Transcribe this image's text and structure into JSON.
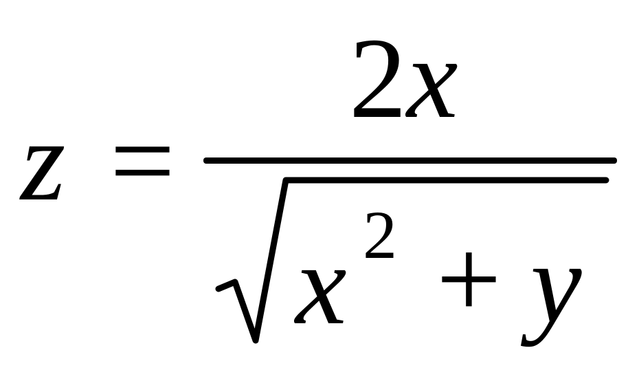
{
  "formula": {
    "lhs": "z",
    "equals": "=",
    "numerator": "2x",
    "radicand": {
      "base": "x",
      "exponent": "2",
      "operator": "+",
      "term": "y"
    }
  }
}
